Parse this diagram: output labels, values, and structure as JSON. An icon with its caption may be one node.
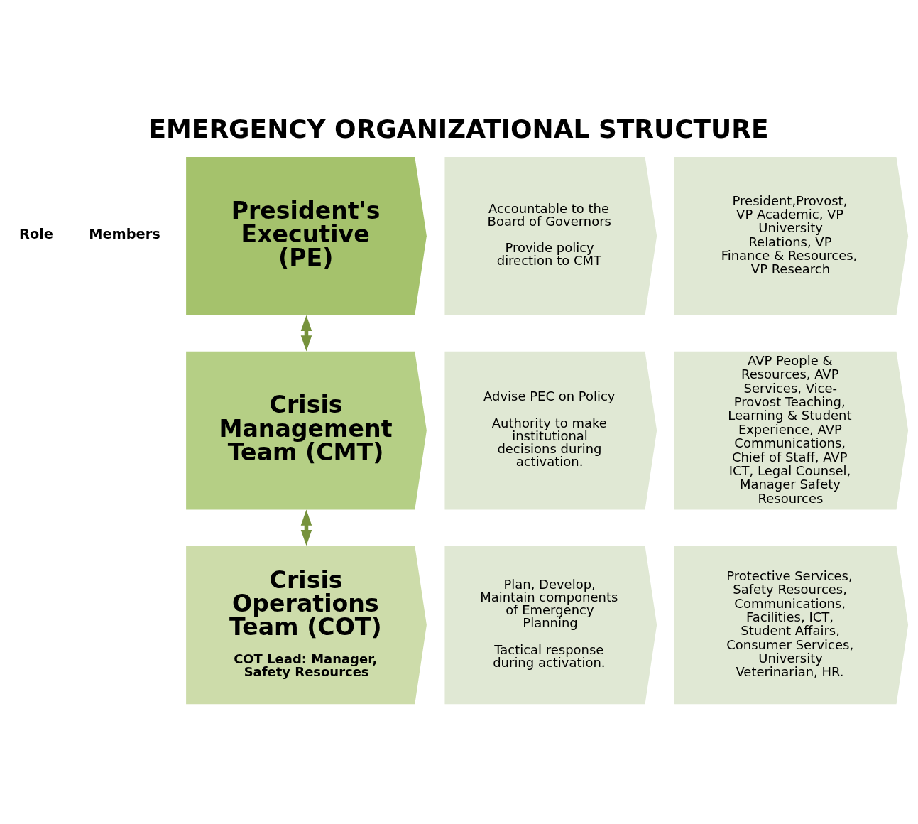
{
  "diagram": {
    "title": "EMERGENCY ORGANIZATIONAL STRUCTURE",
    "nodes": [
      {
        "text": [
          "President's Executive (PE)"
        ]
      },
      {
        "text": [
          "Accountable to the Board of Governors",
          "Provide policy direction to CMT"
        ]
      },
      {
        "text": [
          "President,Provost, VP Academic, VP University Relations, VP Finance & Resources, VP Research"
        ]
      },
      {
        "text": [
          "Crisis Management Team (CMT)"
        ]
      },
      {
        "text": [
          "Advise PEC on Policy",
          "Authority to make institutional decisions during activation."
        ]
      },
      {
        "text": [
          "AVP People & Resources, AVP Services, Vice-Provost Teaching, Learning & Student Experience, AVP Communications, Chief of Staff, AVP ICT, Legal Counsel, Manager Safety Resources"
        ]
      },
      {
        "text": [
          "Crisis Operations Team (COT)",
          "COT Lead: Manager, Safety Resources"
        ]
      },
      {
        "text": [
          "Plan, Develop, Maintain components of Emergency Planning",
          "Tactical response during activation."
        ]
      },
      {
        "text": [
          "Protective Services, Safety Resources, Communications, Facilities, ICT, Student Affairs, Consumer Services, University Veterinarian, HR."
        ]
      }
    ],
    "edges": [
      {
        "from": 0,
        "to": 3,
        "arrow": "both"
      },
      {
        "from": 3,
        "to": 6,
        "arrow": "both"
      }
    ],
    "labels": [
      "Role",
      "Members"
    ]
  }
}
